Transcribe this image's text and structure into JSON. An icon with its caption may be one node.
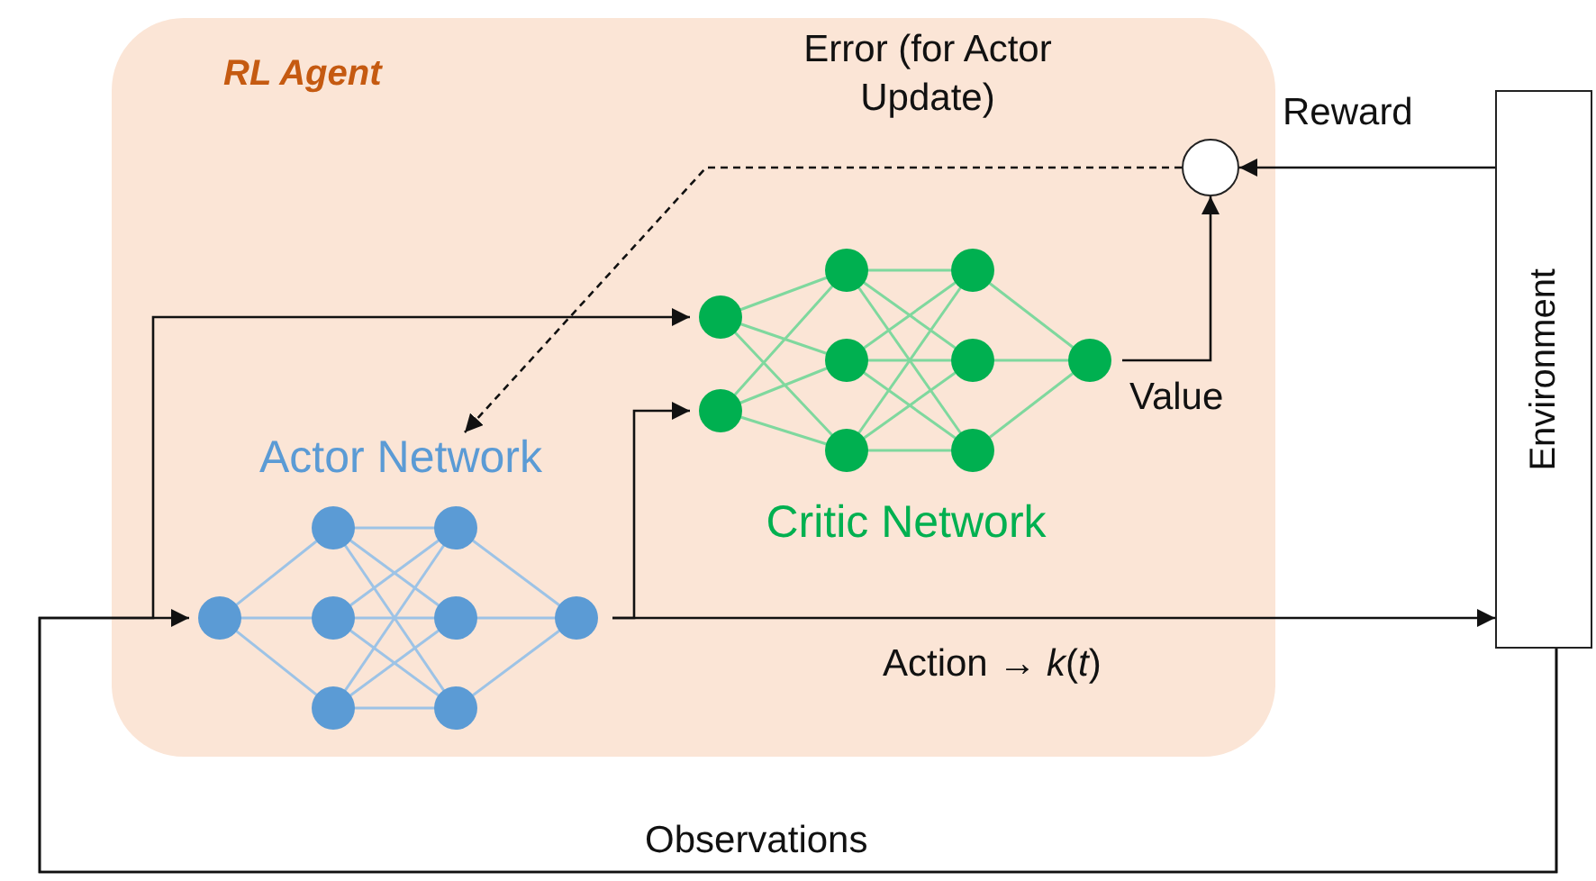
{
  "diagram": {
    "nodes": [
      {
        "text": [
          "RL Agent"
        ]
      },
      {
        "text": [
          "Actor Network"
        ],
        "in": 0
      },
      {
        "text": [
          "Critic Network"
        ],
        "in": 0
      },
      {
        "text": [],
        "shape": "circle",
        "in": 0
      },
      {
        "text": [
          "Environment"
        ]
      }
    ],
    "edges": [
      {
        "from": 4,
        "to": 3,
        "arrow": "to",
        "label": "Reward"
      },
      {
        "from": 2,
        "to": 3,
        "arrow": "to",
        "label": "Value"
      },
      {
        "from": 3,
        "to": 1,
        "arrow": "to",
        "style": "dashed",
        "label": "Error (for Actor Update)"
      },
      {
        "from": 1,
        "to": 4,
        "arrow": "to",
        "label": "Action → *k*(*t*)"
      },
      {
        "from": 4,
        "to": 1,
        "arrow": "to",
        "label": "Observations"
      },
      {
        "from": 4,
        "to": 2,
        "arrow": "to"
      },
      {
        "from": 1,
        "to": 2,
        "arrow": "to"
      }
    ]
  }
}
